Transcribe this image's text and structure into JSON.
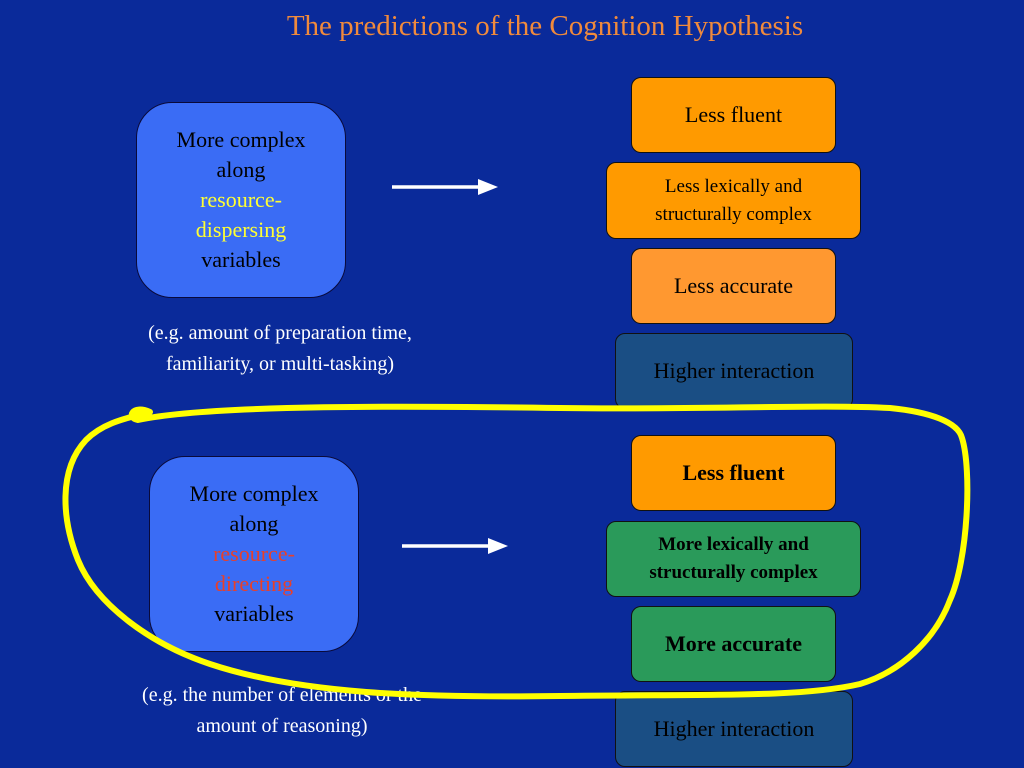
{
  "title": "The predictions of the Cognition Hypothesis",
  "top_group": {
    "left_box": {
      "line1": "More complex",
      "line2": "along",
      "line3": "resource-",
      "line4": "dispersing",
      "line5": "variables"
    },
    "example": {
      "line1": "(e.g. amount of preparation time,",
      "line2": "familiarity, or multi-tasking)"
    },
    "results": [
      {
        "label": "Less fluent"
      },
      {
        "label_line1": "Less lexically and",
        "label_line2": "structurally complex"
      },
      {
        "label": "Less accurate"
      },
      {
        "label": "Higher interaction"
      }
    ]
  },
  "bottom_group": {
    "left_box": {
      "line1": "More complex",
      "line2": "along",
      "line3": "resource-",
      "line4": "directing",
      "line5": "variables"
    },
    "example": {
      "line1": "(e.g. the number of elements or the",
      "line2": "amount of reasoning)"
    },
    "results": [
      {
        "label": "Less fluent"
      },
      {
        "label_line1": "More lexically and",
        "label_line2": "structurally complex"
      },
      {
        "label": "More accurate"
      },
      {
        "label": "Higher interaction"
      }
    ]
  },
  "colors": {
    "background": "#0a2a9a",
    "title": "#f08a3c",
    "left_box": "#3a6cf5",
    "highlight_yellow": "#ffff33",
    "highlight_red": "#e8402a",
    "result_orange": "#ff9a00",
    "result_green": "#2a9a5a",
    "result_teal": "#1a4e84",
    "annotation_circle": "#ffff00"
  }
}
